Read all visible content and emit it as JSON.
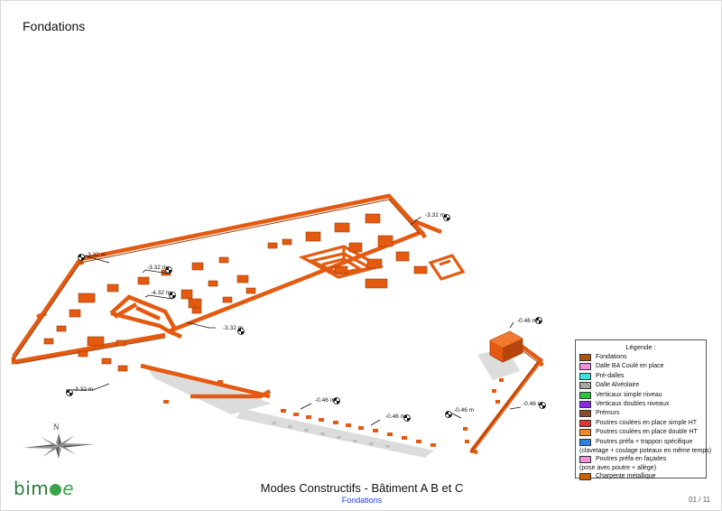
{
  "page": {
    "title": "Fondations",
    "footer_title": "Modes Constructifs - Bâtiment A B et C",
    "footer_subtitle": "Fondations",
    "page_number": "01 / 11"
  },
  "logo": {
    "prefix": "bim",
    "suffix": "e"
  },
  "compass": {
    "label": "N"
  },
  "levels": [
    {
      "id": "lvl-1",
      "label": "-3.32 m"
    },
    {
      "id": "lvl-2",
      "label": "-3.32 m"
    },
    {
      "id": "lvl-3",
      "label": "-3.32 m"
    },
    {
      "id": "lvl-4",
      "label": "-4.32 m"
    },
    {
      "id": "lvl-5",
      "label": "-3.32 m"
    },
    {
      "id": "lvl-6",
      "label": "-3.32 m"
    },
    {
      "id": "lvl-7",
      "label": "-0.46 m"
    },
    {
      "id": "lvl-8",
      "label": "-0.46 m"
    },
    {
      "id": "lvl-9",
      "label": "-0.46 m"
    },
    {
      "id": "lvl-10",
      "label": "-0.46 m"
    },
    {
      "id": "lvl-11",
      "label": "-0.46 m"
    }
  ],
  "legend": {
    "title": "Légende :",
    "items": [
      {
        "label": "Fondations",
        "color": "#b5500f"
      },
      {
        "label": "Dalle BA Coulé en place",
        "color": "#ef8fe0"
      },
      {
        "label": "Pré-dalles",
        "color": "#3fe0e0"
      },
      {
        "label": "Dalle Alvéolaire",
        "color": "#bbbbbb",
        "hatched": true
      },
      {
        "label": "Verticaux simple niveau",
        "color": "#22cc33"
      },
      {
        "label": "Verticaux doubles niveaux",
        "color": "#8a2be2"
      },
      {
        "label": "Prémurs",
        "color": "#8b4a2a"
      },
      {
        "label": "Poutres coulées en place simple HT",
        "color": "#e8322e"
      },
      {
        "label": "Poutres coulées en place double HT",
        "color": "#f08a24"
      },
      {
        "label": "Poutres préfa + trappon spécifique",
        "color": "#2f7fe0",
        "note": "(clavetage + coulage poteaux en même temps)"
      },
      {
        "label": "Poutres préfa en façades",
        "color": "#f58fd8",
        "note": "(pose avec poutre + allège)"
      },
      {
        "label": "Charpente métallique",
        "color": "#c8620a"
      }
    ]
  }
}
